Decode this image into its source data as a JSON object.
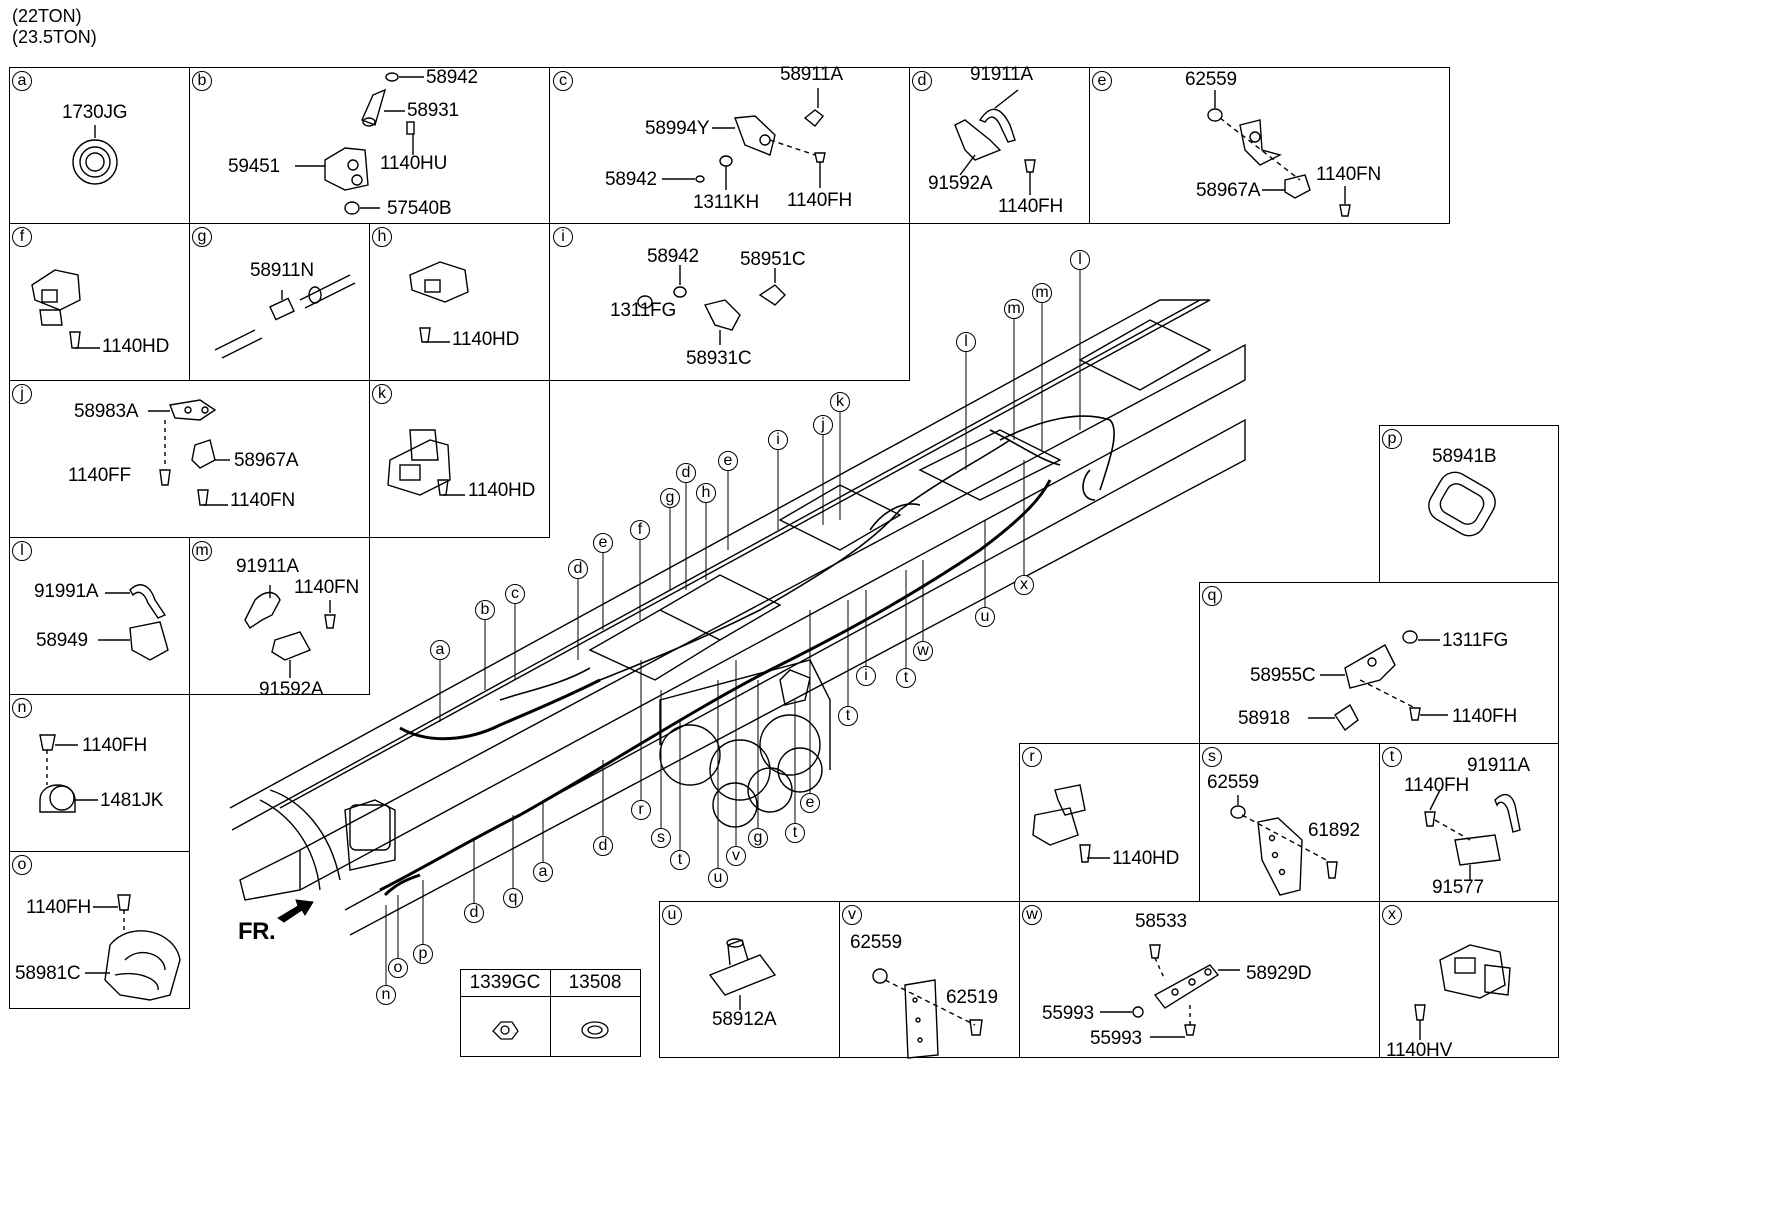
{
  "header": {
    "line1": "(22TON)",
    "line2": "(23.5TON)"
  },
  "front_label": "FR.",
  "panels": {
    "a": {
      "letter": "a",
      "parts": [
        "1730JG"
      ]
    },
    "b": {
      "letter": "b",
      "parts": [
        "58942",
        "58931",
        "1140HU",
        "59451",
        "57540B"
      ]
    },
    "c": {
      "letter": "c",
      "parts": [
        "58911A",
        "58994Y",
        "58942",
        "1311KH",
        "1140FH"
      ]
    },
    "d": {
      "letter": "d",
      "parts": [
        "91911A",
        "91592A",
        "1140FH"
      ]
    },
    "e": {
      "letter": "e",
      "parts": [
        "62559",
        "1140FN",
        "58967A"
      ]
    },
    "f": {
      "letter": "f",
      "parts": [
        "1140HD"
      ]
    },
    "g": {
      "letter": "g",
      "parts": [
        "58911N"
      ]
    },
    "h": {
      "letter": "h",
      "parts": [
        "1140HD"
      ]
    },
    "i": {
      "letter": "i",
      "parts": [
        "58942",
        "58951C",
        "1311FG",
        "58931C"
      ]
    },
    "j": {
      "letter": "j",
      "parts": [
        "58983A",
        "58967A",
        "1140FF",
        "1140FN"
      ]
    },
    "k": {
      "letter": "k",
      "parts": [
        "1140HD"
      ]
    },
    "l": {
      "letter": "l",
      "parts": [
        "91991A",
        "58949"
      ]
    },
    "m": {
      "letter": "m",
      "parts": [
        "91911A",
        "1140FN",
        "91592A"
      ]
    },
    "n": {
      "letter": "n",
      "parts": [
        "1140FH",
        "1481JK"
      ]
    },
    "o": {
      "letter": "o",
      "parts": [
        "1140FH",
        "58981C"
      ]
    },
    "p": {
      "letter": "p",
      "parts": [
        "58941B"
      ]
    },
    "q": {
      "letter": "q",
      "parts": [
        "1311FG",
        "58955C",
        "58918",
        "1140FH"
      ]
    },
    "r": {
      "letter": "r",
      "parts": [
        "1140HD"
      ]
    },
    "s": {
      "letter": "s",
      "parts": [
        "62559",
        "61892"
      ]
    },
    "t": {
      "letter": "t",
      "parts": [
        "91911A",
        "1140FH",
        "91577"
      ]
    },
    "u": {
      "letter": "u",
      "parts": [
        "58912A"
      ]
    },
    "v": {
      "letter": "v",
      "parts": [
        "62559",
        "62519"
      ]
    },
    "w": {
      "letter": "w",
      "parts": [
        "58533",
        "58929D",
        "55993",
        "55993"
      ]
    },
    "x": {
      "letter": "x",
      "parts": [
        "1140HV"
      ]
    }
  },
  "parts_table": {
    "headers": [
      "1339GC",
      "13508"
    ]
  },
  "callouts": [
    "a",
    "b",
    "c",
    "d",
    "e",
    "f",
    "g",
    "d",
    "h",
    "e",
    "i",
    "j",
    "k",
    "l",
    "m",
    "m",
    "l",
    "x",
    "u",
    "i",
    "t",
    "w",
    "t",
    "t",
    "e",
    "t",
    "g",
    "v",
    "u",
    "t",
    "s",
    "r",
    "d",
    "a",
    "q",
    "d",
    "p",
    "o",
    "n"
  ]
}
